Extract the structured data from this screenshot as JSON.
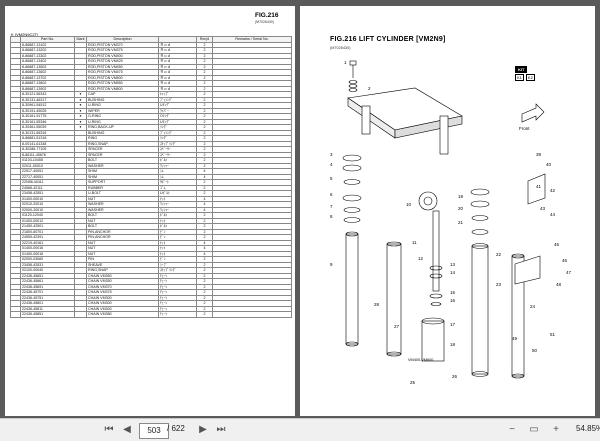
{
  "left_page": {
    "fig": "FIG.216",
    "fig_sub": "(M7026430)",
    "section": "K (VM2N9C2T)",
    "headers": [
      "",
      "Part No.",
      "Mark",
      "Description",
      "Req'd",
      "Remarks / Serial No."
    ],
    "rows": [
      [
        "",
        "8-86887-13102",
        "",
        "ROD,PISTON  VM370",
        "Ｒｏｄ",
        "2"
      ],
      [
        "",
        "8-86887-13202",
        "",
        "ROD,PISTON  VM375",
        "Ｒｏｄ",
        "2"
      ],
      [
        "",
        "8-86887-13302",
        "",
        "ROD,PISTON  VM400",
        "Ｒｏｄ",
        "2"
      ],
      [
        "",
        "8-86887-13402",
        "",
        "ROD,PISTON  VM425",
        "Ｒｏｄ",
        "2"
      ],
      [
        "",
        "8-86887-13502",
        "",
        "ROD,PISTON  VM450",
        "Ｒｏｄ",
        "2"
      ],
      [
        "",
        "8-86887-13602",
        "",
        "ROD,PISTON  VM475",
        "Ｒｏｄ",
        "2"
      ],
      [
        "",
        "8-86887-13702",
        "",
        "ROD,PISTON  VM500",
        "Ｒｏｄ",
        "2"
      ],
      [
        "",
        "8-86887-13802",
        "",
        "ROD,PISTON  VM550",
        "Ｒｏｄ",
        "2"
      ],
      [
        "",
        "8-86887-13902",
        "",
        "ROD,PISTON  VM600",
        "Ｒｏｄ",
        "2"
      ],
      [
        "",
        "8-30121-56343",
        "●",
        "CAP",
        "ｷｬｯﾌﾟ",
        "2"
      ],
      [
        "",
        "8-30131-46317",
        "●",
        "BUSHING",
        "ﾌﾞｯｼﾝｸﾞ",
        "2"
      ],
      [
        "",
        "8-30961-54512",
        "●",
        "U-RING",
        "Uﾘﾝｸﾞ",
        "2"
      ],
      [
        "",
        "8-30191-45025",
        "●",
        "WIPER",
        "ﾜｲﾊﾟｰ",
        "2"
      ],
      [
        "",
        "8-30161-91775",
        "●",
        "O-RING",
        "Oﾘﾝｸﾞ",
        "2"
      ],
      [
        "",
        "8-30161-55346",
        "●",
        "U-RING",
        "Uﾘﾝｸﾞ",
        "2"
      ],
      [
        "",
        "8-30461-55039",
        "●",
        "RING,BACK-UP",
        "ﾘﾝｸﾞ",
        "2"
      ],
      [
        "",
        "8-30131-56316",
        "",
        "BUSHING",
        "ﾌﾞｯｼﾝｸﾞ",
        "2"
      ],
      [
        "",
        "8-86881-51318",
        "",
        "RING",
        "ﾘﾝｸﾞ",
        "2"
      ],
      [
        "",
        "8-00141-61348",
        "",
        "RING,SNAP",
        "ｽﾅｯﾌﾟﾘﾝｸﾞ",
        "2"
      ],
      [
        "",
        "8-30286-77105",
        "",
        "SPACER",
        "ｽﾍﾟｰｻｰ",
        "2"
      ],
      [
        "",
        "8-86111-45676",
        "",
        "SPACER",
        "ｽﾍﾟｰｻｰ",
        "2"
      ],
      [
        "",
        "01103-10455",
        "",
        "BOLT",
        "ﾎﾞﾙﾄ",
        "2"
      ],
      [
        "",
        "02011-00010",
        "",
        "WASHER",
        "ﾜｯｼｬｰ",
        "2"
      ],
      [
        "",
        "22517-40051",
        "",
        "SHIM",
        "ｼﾑ",
        "4"
      ],
      [
        "",
        "22717-40051",
        "",
        "SHIM",
        "ｼﾑ",
        "4"
      ],
      [
        "",
        "22N58-40411",
        "",
        "SUPPORT",
        "ｻﾎﾟｰﾄ",
        "2"
      ],
      [
        "",
        "24568-42111",
        "",
        "RUBBER",
        "ｺﾞﾑ",
        "2"
      ],
      [
        "",
        "23458-42551",
        "",
        "U-BOLT",
        "Uﾎﾞﾙﾄ",
        "2"
      ],
      [
        "",
        "01400-00010",
        "",
        "NUT",
        "ﾅｯﾄ",
        "4"
      ],
      [
        "",
        "02010-20010",
        "",
        "WASHER",
        "ﾜｯｼｬｰ",
        "4"
      ],
      [
        "",
        "02000-20010",
        "",
        "WASHER",
        "ﾜｯｼｬｰ",
        "4"
      ],
      [
        "",
        "01120-12040",
        "",
        "BOLT",
        "ﾎﾞﾙﾄ",
        "2"
      ],
      [
        "",
        "01400-00012",
        "",
        "NUT",
        "ﾅｯﾄ",
        "2"
      ],
      [
        "",
        "21450-42501",
        "",
        "BOLT",
        "ﾎﾞﾙﾄ",
        "2"
      ],
      [
        "",
        "21800-60701",
        "",
        "PIN,ANCHOR",
        "ﾋﾟﾝ",
        "2"
      ],
      [
        "",
        "24559-42391",
        "",
        "PIN,ANCHOR",
        "ﾋﾟﾝ",
        "2"
      ],
      [
        "",
        "22219-40161",
        "",
        "NUT",
        "ﾅｯﾄ",
        "4"
      ],
      [
        "",
        "01400-00016",
        "",
        "NUT",
        "ﾅｯﾄ",
        "4"
      ],
      [
        "",
        "01400-00016",
        "",
        "NUT",
        "ﾅｯﾄ",
        "4"
      ],
      [
        "",
        "02000-03060",
        "",
        "PIN",
        "ﾋﾟﾝ",
        "2"
      ],
      [
        "",
        "23458-42531",
        "",
        "SHEAVE",
        "ｼｰﾌﾞ",
        "2"
      ],
      [
        "",
        "02100-00040",
        "",
        "RING,SNAP",
        "ｽﾅｯﾌﾟﾘﾝｸﾞ",
        "2"
      ],
      [
        "",
        "22436-45651",
        "",
        "CHAIN  VM350",
        "ﾁｪｰﾝ",
        "2"
      ],
      [
        "",
        "22436-45661",
        "",
        "CHAIN  VM350",
        "ﾁｪｰﾝ",
        "2"
      ],
      [
        "",
        "22436-45691",
        "",
        "CHAIN  VM370",
        "ﾁｪｰﾝ",
        "2"
      ],
      [
        "",
        "22436-45701",
        "",
        "CHAIN  VM375",
        "ﾁｪｰﾝ",
        "2"
      ],
      [
        "",
        "22436-45751",
        "",
        "CHAIN  VM300",
        "ﾁｪｰﾝ",
        "2"
      ],
      [
        "",
        "22436-45801",
        "",
        "CHAIN  VM300",
        "ﾁｪｰﾝ",
        "2"
      ],
      [
        "",
        "22436-45811",
        "",
        "CHAIN  VM300",
        "ﾁｪｰﾝ",
        "2"
      ],
      [
        "",
        "22436-45851",
        "",
        "CHAIN  VM380",
        "ﾁｪｰﾝ",
        "2"
      ]
    ]
  },
  "right_page": {
    "fig": "FIG.216   LIFT CYLINDER [VM2N9]",
    "fig_sub": "(M7026430)",
    "kit_label": "KIT",
    "kit_items": [
      "K1",
      "K2"
    ],
    "front_label": "Front",
    "variant_label": "VM400-VM600",
    "callouts": [
      "1",
      "2",
      "3",
      "4",
      "5",
      "6",
      "7",
      "8",
      "9",
      "10",
      "11",
      "12",
      "13",
      "14",
      "15",
      "16",
      "17",
      "18",
      "19",
      "20",
      "21",
      "22",
      "23",
      "24",
      "25",
      "26",
      "27",
      "28",
      "39",
      "40",
      "41",
      "42",
      "43",
      "44",
      "45",
      "46",
      "47",
      "48",
      "49",
      "50",
      "51"
    ]
  },
  "toolbar": {
    "page_value": "503",
    "page_total": "/ 622",
    "zoom": "54.85%"
  }
}
